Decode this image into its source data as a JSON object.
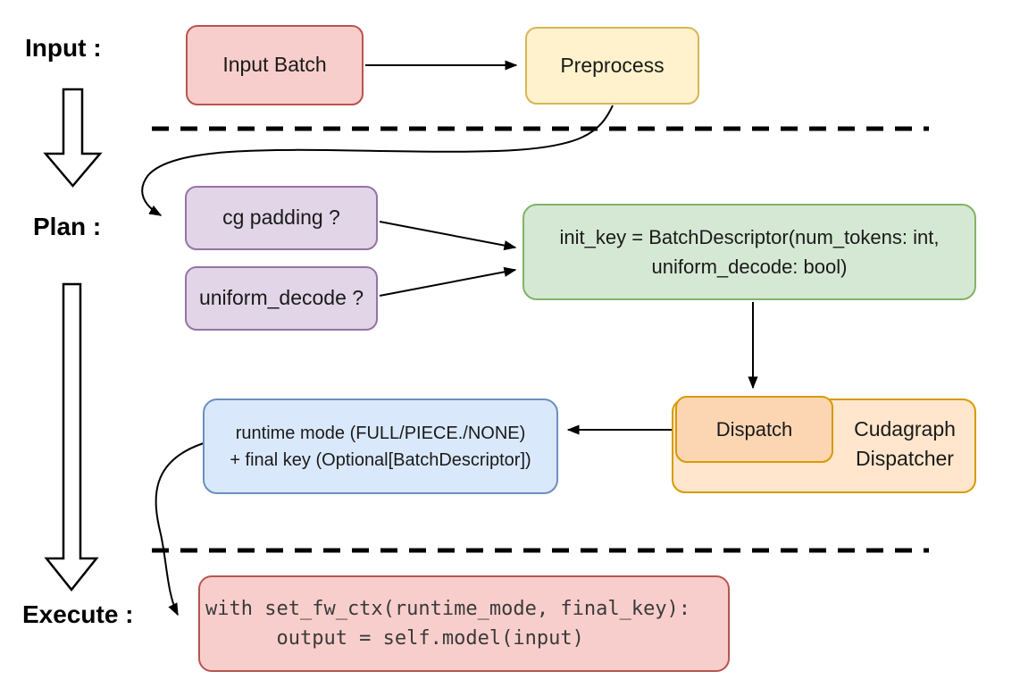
{
  "diagram": {
    "sections": {
      "input_label": "Input :",
      "plan_label": "Plan :",
      "execute_label": "Execute :"
    },
    "nodes": {
      "input_batch": {
        "label": "Input Batch"
      },
      "preprocess": {
        "label": "Preprocess"
      },
      "cg_padding": {
        "label": "cg padding ?"
      },
      "uniform_decode": {
        "label": "uniform_decode ?"
      },
      "init_key": {
        "line1": "init_key = BatchDescriptor(num_tokens: int,",
        "line2": "uniform_decode: bool)"
      },
      "dispatch": {
        "label": "Dispatch"
      },
      "cudagraph_dispatcher": {
        "line1": "Cudagraph",
        "line2": "Dispatcher"
      },
      "runtime_mode": {
        "line1": "runtime mode (FULL/PIECE./NONE)",
        "line2": "+ final key (Optional[BatchDescriptor])"
      },
      "execute_code": {
        "line1": "with set_fw_ctx(runtime_mode, final_key):",
        "line2": "      output = self.model(input)"
      }
    },
    "colors": {
      "node_red_fill": "#f8cecc",
      "node_red_border": "#b85450",
      "node_yellow_fill": "#fff2cc",
      "node_yellow_border": "#d6b656",
      "node_purple_fill": "#e1d5e7",
      "node_purple_border": "#9673a6",
      "node_green_fill": "#d5e8d4",
      "node_green_border": "#82b366",
      "node_blue_fill": "#dae8fc",
      "node_blue_border": "#6c8ebf",
      "node_orange_fill": "#ffe6cc",
      "node_orange_inner_fill": "#fcd5b2",
      "node_orange_border": "#d79b00",
      "arrow_color": "#000000"
    }
  }
}
